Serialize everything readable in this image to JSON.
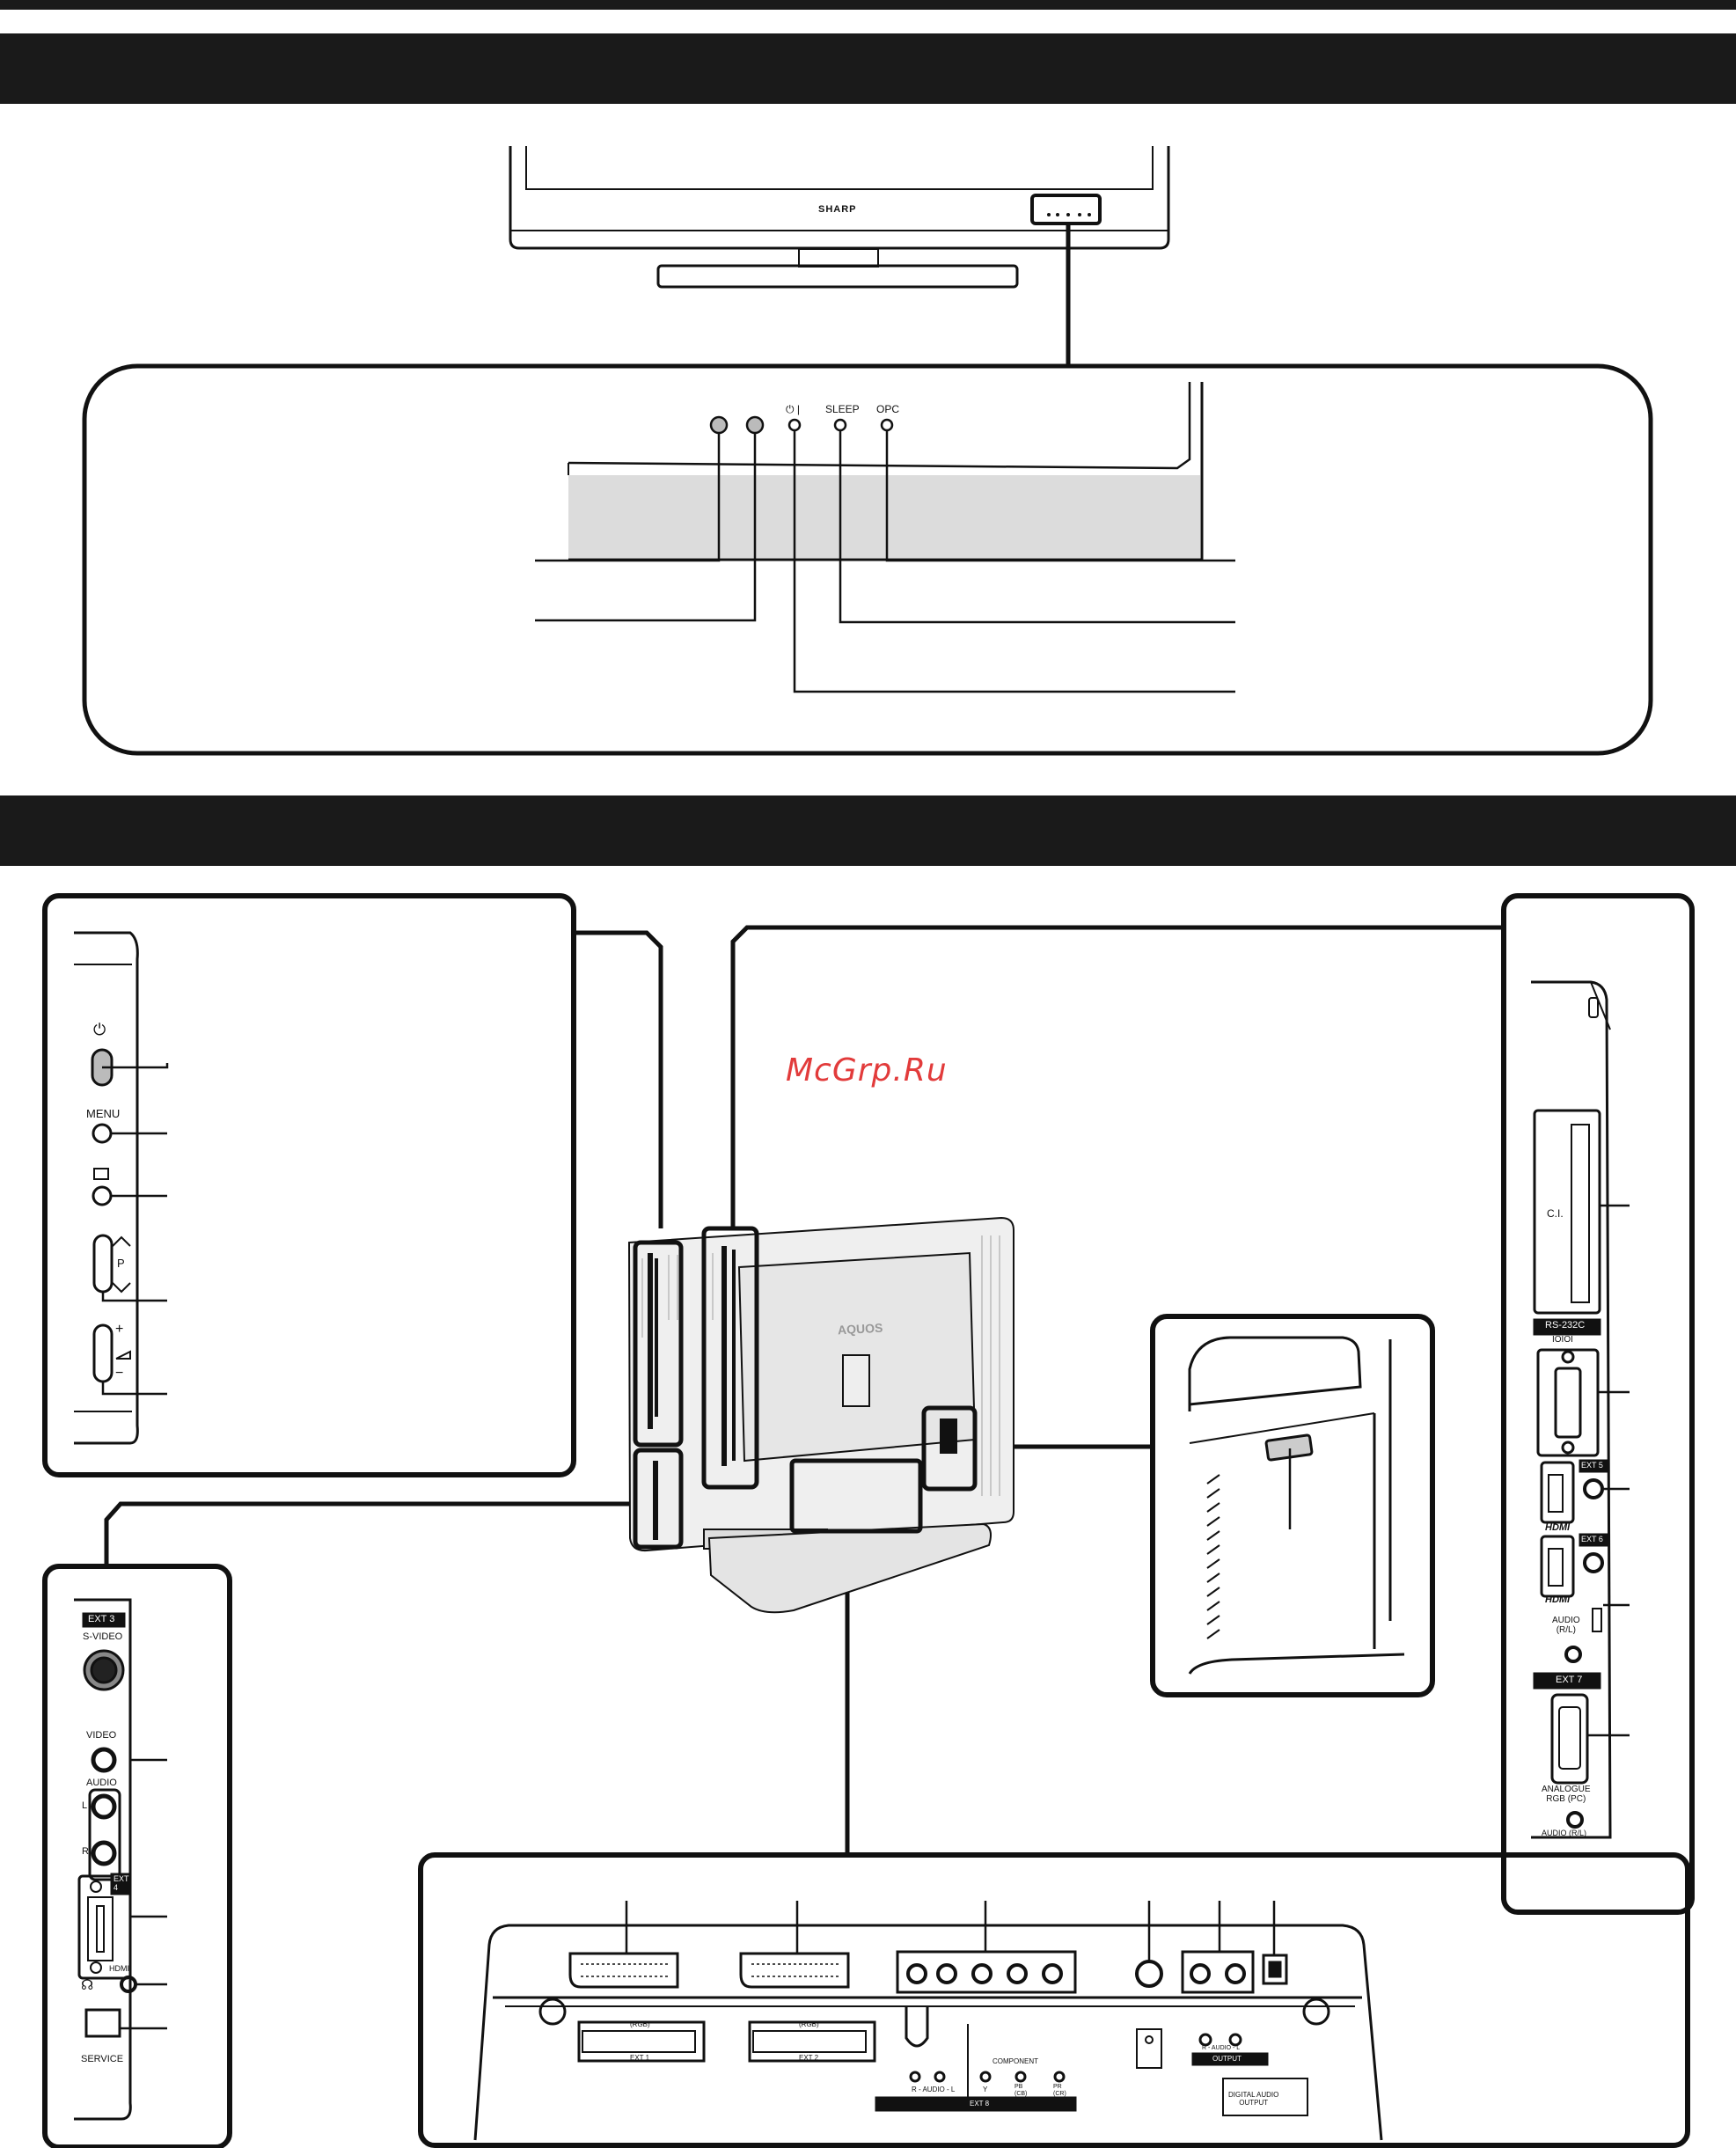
{
  "page": {
    "watermark": "McGrp.Ru"
  },
  "tv_front": {
    "brand_logo": "SHARP",
    "indicator_labels": {
      "power": "⏻ |",
      "sleep": "SLEEP",
      "opc": "OPC"
    }
  },
  "tv_rear": {
    "logo": "AQUOS"
  },
  "side_controls": {
    "power_icon": "⏻",
    "menu_label": "MENU",
    "input_icon": "input-icon",
    "channel_label": "P",
    "volume_plus": "+",
    "volume_minus": "−"
  },
  "side_terminals_left": {
    "ext3_label": "EXT 3",
    "svideo_label": "S-VIDEO",
    "video_label": "VIDEO",
    "audio_label": "AUDIO",
    "audio_l": "L",
    "audio_r": "R",
    "ext4_label": "EXT\n4",
    "hdmi_label": "HDMI",
    "headphone_icon": "headphone-icon",
    "service_label": "SERVICE"
  },
  "side_terminals_right": {
    "ci_label": "C.I.",
    "rs232_label": "RS-232C",
    "rs232_sub": "IOIOI",
    "ext5_label": "EXT 5",
    "ext6_label": "EXT 6",
    "hdmi_logo": "HDMI",
    "audio_rl_label": "AUDIO\n(R/L)",
    "ext7_label": "EXT 7",
    "analogue_label": "ANALOGUE\nRGB (PC)",
    "audio_rl_bottom": "AUDIO (R/L)"
  },
  "bottom_terminals": {
    "ext1_rgb": "(RGB)",
    "ext1_label": "EXT 1",
    "ext2_rgb": "(RGB)",
    "ext2_label": "EXT 2",
    "component_label": "COMPONENT",
    "audio_rl": "R - AUDIO - L",
    "y_label": "Y",
    "pb_label": "PB\n(CB)",
    "pr_label": "PR\n(CR)",
    "ext8_label": "EXT 8",
    "output_audio": "R - AUDIO - L",
    "output_label": "OUTPUT",
    "digital_audio_label": "DIGITAL AUDIO\nOUTPUT"
  }
}
